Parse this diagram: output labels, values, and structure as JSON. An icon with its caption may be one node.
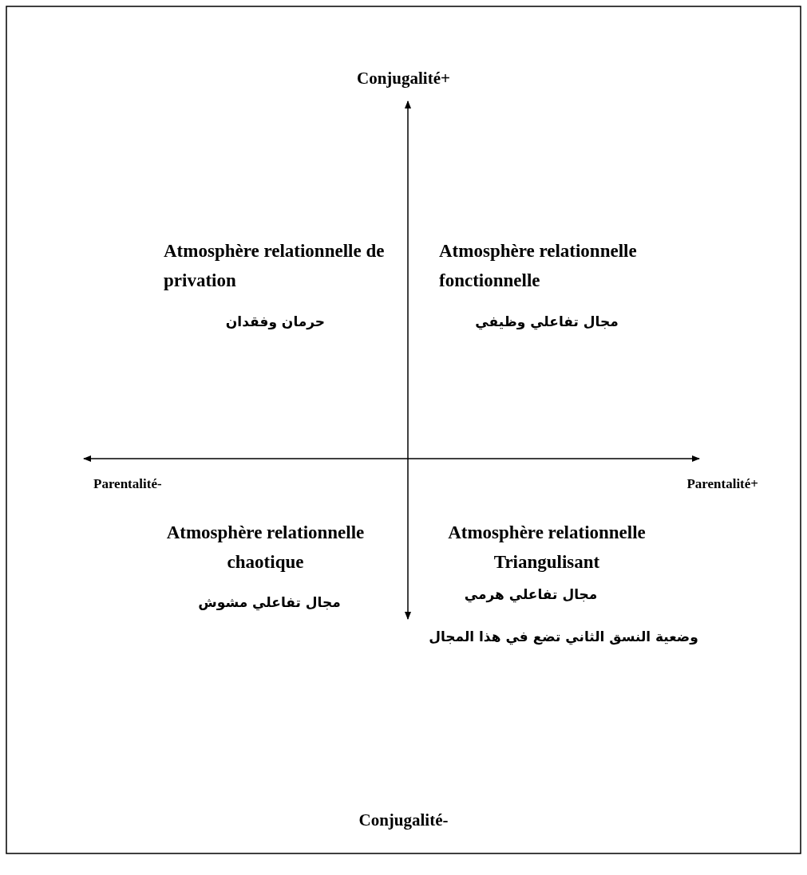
{
  "diagram": {
    "labels": [
      "Conjugalité+",
      "Atmosphère relationnelle de privation",
      "Atmosphère relationnelle fonctionnelle",
      "حرمان وفقدان",
      "مجال تفاعلي وظيفي",
      "Parentalité-",
      "Parentalité+",
      "Atmosphère relationnelle chaotique",
      "Atmosphère relationnelle Triangulisant",
      "مجال تفاعلي مشوش",
      "مجال تفاعلي هرمي",
      "وضعية النسق الثاني تضع في هذا المجال",
      "Conjugalité-"
    ]
  }
}
